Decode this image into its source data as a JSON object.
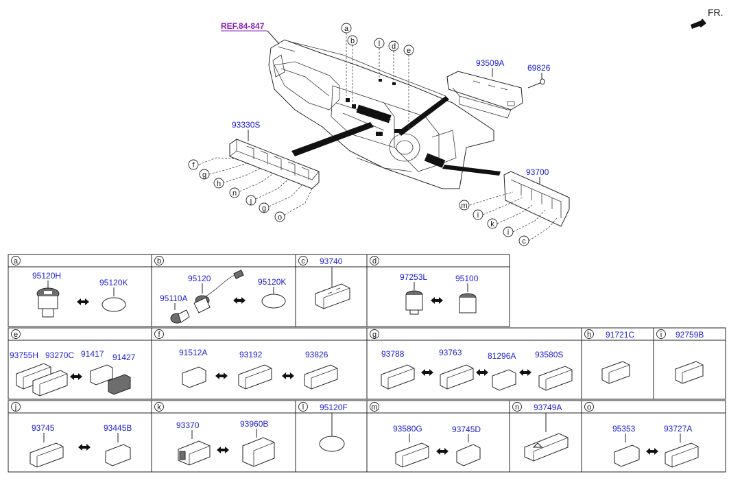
{
  "header": {
    "ref_label": "REF.84-847",
    "front_label": "FR."
  },
  "overview": {
    "callouts": [
      "a",
      "b",
      "l",
      "d",
      "e",
      "f",
      "g",
      "h",
      "n",
      "j",
      "g",
      "o",
      "m",
      "i",
      "k",
      "i",
      "c"
    ],
    "parts": {
      "switch_panel_left": "93330S",
      "console_module": "93509A",
      "screw": "69826",
      "switch_panel_right": "93700"
    }
  },
  "table": {
    "rows": [
      [
        {
          "tag": "a",
          "title": "",
          "parts": [
            "95120H",
            "95120K"
          ]
        },
        {
          "tag": "b",
          "title": "",
          "parts": [
            "95120",
            "95120K",
            "95110A"
          ]
        },
        {
          "tag": "c",
          "title": "93740",
          "parts": []
        },
        {
          "tag": "d",
          "title": "",
          "parts": [
            "97253L",
            "95100"
          ]
        }
      ],
      [
        {
          "tag": "e",
          "title": "",
          "parts": [
            "93755H",
            "93270C",
            "91417",
            "91427"
          ]
        },
        {
          "tag": "f",
          "title": "",
          "parts": [
            "91512A",
            "93192",
            "93826"
          ]
        },
        {
          "tag": "g",
          "title": "",
          "parts": [
            "93788",
            "93763",
            "81296A",
            "93580S"
          ]
        },
        {
          "tag": "h",
          "title": "91721C",
          "parts": []
        },
        {
          "tag": "i",
          "title": "92759B",
          "parts": []
        }
      ],
      [
        {
          "tag": "j",
          "title": "",
          "parts": [
            "93745",
            "93445B"
          ]
        },
        {
          "tag": "k",
          "title": "",
          "parts": [
            "93370",
            "93960B"
          ]
        },
        {
          "tag": "l",
          "title": "95120F",
          "parts": []
        },
        {
          "tag": "m",
          "title": "",
          "parts": [
            "93580G",
            "93745D"
          ]
        },
        {
          "tag": "n",
          "title": "93749A",
          "parts": []
        },
        {
          "tag": "o",
          "title": "",
          "parts": [
            "95353",
            "93727A"
          ]
        }
      ]
    ]
  },
  "colors": {
    "part_number": "#1a1adc",
    "ref_label": "#8a1fb8",
    "lines": "#222222"
  }
}
